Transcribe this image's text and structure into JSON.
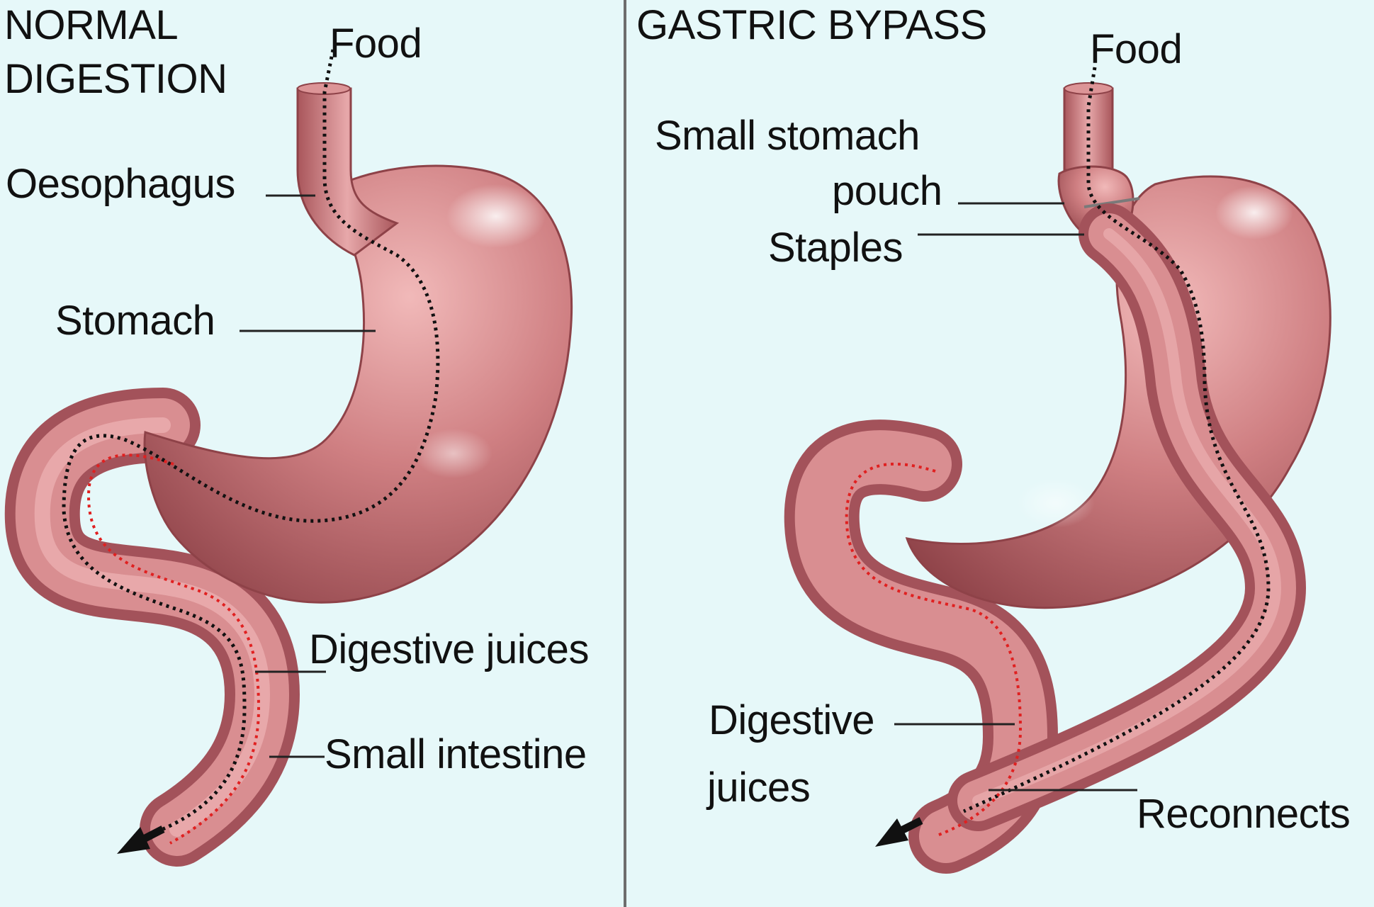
{
  "panels": [
    {
      "title_line1": "NORMAL",
      "title_line2": "DIGESTION",
      "labels": {
        "food": "Food",
        "oesophagus": "Oesophagus",
        "stomach": "Stomach",
        "digestive_juices": "Digestive juices",
        "small_intestine": "Small intestine"
      }
    },
    {
      "title_line1": "GASTRIC BYPASS",
      "labels": {
        "food": "Food",
        "pouch_line1": "Small stomach",
        "pouch_line2": "pouch",
        "staples": "Staples",
        "digestive_line1": "Digestive",
        "digestive_line2": "juices",
        "reconnects": "Reconnects"
      }
    }
  ],
  "colors": {
    "background": "#e6f8f9",
    "tissue": "#c9787c",
    "tissue_dark": "#9f4f55",
    "tissue_light": "#e7a8aa",
    "food_path": "#111111",
    "juice_path": "#e02020",
    "divider": "#6d6d6d",
    "leader": "#222222"
  },
  "icons": [
    "exit-arrow-icon"
  ]
}
